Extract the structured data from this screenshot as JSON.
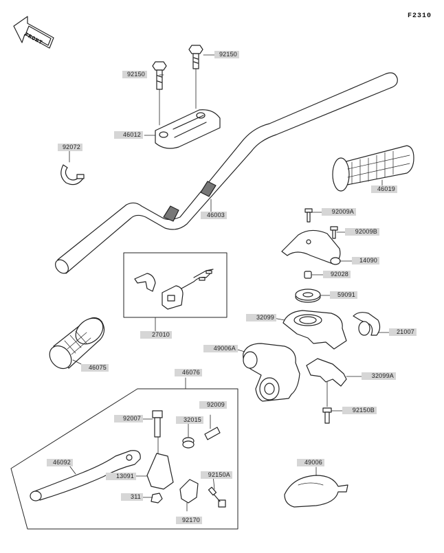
{
  "figure_code": "F2310",
  "front_label": "FRONT",
  "parts": {
    "p92150_top": "92150",
    "p92150_left": "92150",
    "p46012": "46012",
    "p92072": "92072",
    "p46019": "46019",
    "p46003": "46003",
    "p92009A": "92009A",
    "p92009B": "92009B",
    "p14090": "14090",
    "p92028": "92028",
    "p59091": "59091",
    "p32099": "32099",
    "p21007": "21007",
    "p27010": "27010",
    "p49006A": "49006A",
    "p46075": "46075",
    "p32099A": "32099A",
    "p92150B": "92150B",
    "p46076": "46076",
    "p92007": "92007",
    "p32015": "32015",
    "p92009": "92009",
    "p46092": "46092",
    "p13091": "13091",
    "p92150A": "92150A",
    "p311": "311",
    "p92170": "92170",
    "p49006": "49006"
  }
}
